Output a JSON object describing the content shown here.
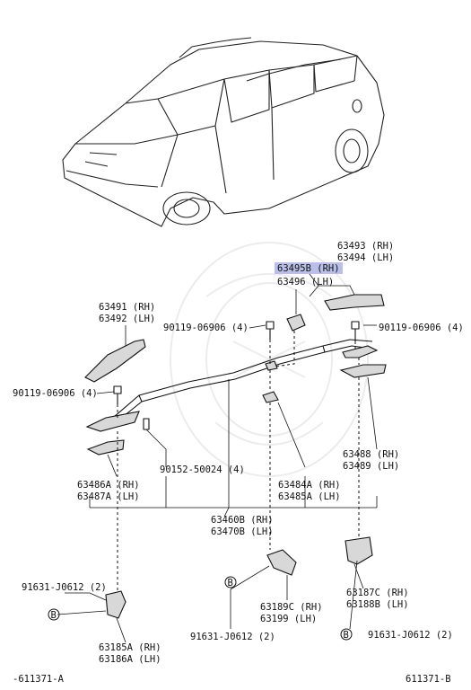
{
  "labels": {
    "p63493": "63493 (RH)",
    "p63494": "63494 (LH)",
    "p63495b": "63495B (RH)",
    "p63496": "63496 (LH)",
    "p63491": "63491 (RH)",
    "p63492": "63492 (LH)",
    "bolt_top_left": "90119-06906 (4)",
    "bolt_top_right": "90119-06906 (4)",
    "bolt_left": "90119-06906 (4)",
    "screw": "90152-50024 (4)",
    "p63486a": "63486A (RH)",
    "p63487a": "63487A (LH)",
    "p63484a": "63484A (RH)",
    "p63485a": "63485A (LH)",
    "p63488": "63488 (RH)",
    "p63489": "63489 (LH)",
    "p63460b": "63460B (RH)",
    "p63470b": "63470B (LH)",
    "clip_left": "91631-J0612 (2)",
    "clip_mid": "91631-J0612 (2)",
    "clip_right": "91631-J0612 (2)",
    "p63189c": "63189C (RH)",
    "p63199": "63199 (LH)",
    "p63187c": "63187C (RH)",
    "p63188b": "63188B (LH)",
    "p63185a": "63185A (RH)",
    "p63186a": "63186A (LH)",
    "ref_b": "B",
    "footer_left": "-611371-A",
    "footer_right": "611371-B"
  },
  "colors": {
    "highlight": "#b9bfe8",
    "line": "#111111"
  }
}
